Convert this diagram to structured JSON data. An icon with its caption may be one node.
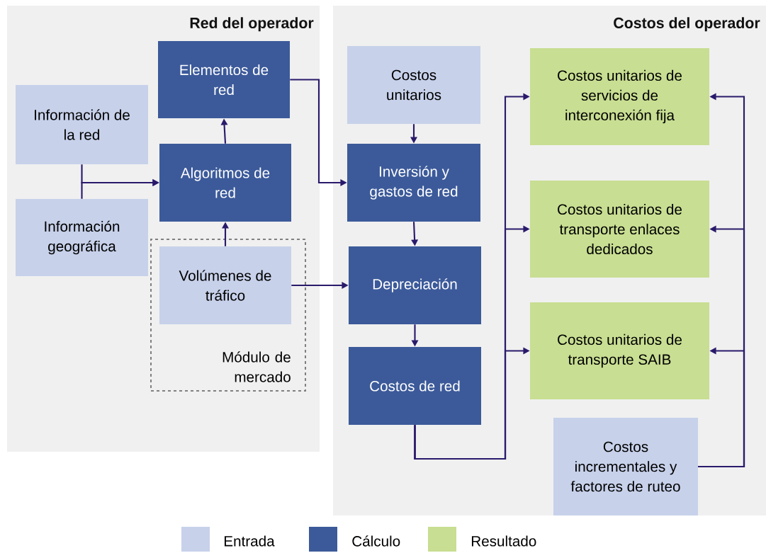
{
  "diagram": {
    "nodes": [
      {
        "text": [
          "Red del operador"
        ]
      },
      {
        "text": [
          "Costos del operador"
        ]
      },
      {
        "text": [
          "Información de la red"
        ],
        "in": 0
      },
      {
        "text": [
          "Información geográfica"
        ],
        "in": 0
      },
      {
        "text": [
          "Elementos de red"
        ],
        "in": 0
      },
      {
        "text": [
          "Algoritmos de red"
        ],
        "in": 0
      },
      {
        "text": [
          "Módulo de mercado"
        ],
        "in": 0
      },
      {
        "text": [
          "Volúmenes de tráfico"
        ],
        "in": 6
      },
      {
        "text": [
          "Costos unitarios"
        ],
        "in": 1
      },
      {
        "text": [
          "Inversión y gastos de red"
        ],
        "in": 1
      },
      {
        "text": [
          "Depreciación"
        ],
        "in": 1
      },
      {
        "text": [
          "Costos de red"
        ],
        "in": 1
      },
      {
        "text": [
          "Costos unitarios de servicios de interconexión fija"
        ],
        "in": 1
      },
      {
        "text": [
          "Costos unitarios de transporte enlaces dedicados"
        ],
        "in": 1
      },
      {
        "text": [
          "Costos unitarios de transporte SAIB"
        ],
        "in": 1
      },
      {
        "text": [
          "Costos incrementales y factores de ruteo"
        ],
        "in": 1
      }
    ],
    "edges": [
      {
        "from": 2,
        "to": 5,
        "arrow": "to"
      },
      {
        "from": 3,
        "to": 5,
        "arrow": "to"
      },
      {
        "from": 5,
        "to": 4,
        "arrow": "to"
      },
      {
        "from": 7,
        "to": 5,
        "arrow": "to"
      },
      {
        "from": 4,
        "to": 9,
        "arrow": "to"
      },
      {
        "from": 7,
        "to": 10,
        "arrow": "to"
      },
      {
        "from": 8,
        "to": 9,
        "arrow": "to"
      },
      {
        "from": 9,
        "to": 10,
        "arrow": "to"
      },
      {
        "from": 10,
        "to": 11,
        "arrow": "to"
      },
      {
        "from": 11,
        "to": 12,
        "arrow": "to"
      },
      {
        "from": 11,
        "to": 13,
        "arrow": "to"
      },
      {
        "from": 11,
        "to": 14,
        "arrow": "to"
      },
      {
        "from": 15,
        "to": 12,
        "arrow": "to"
      },
      {
        "from": 15,
        "to": 13,
        "arrow": "to"
      },
      {
        "from": 15,
        "to": 14,
        "arrow": "to"
      }
    ],
    "legend": [
      {
        "text": "Entrada",
        "color": "#c7d1ea"
      },
      {
        "text": "Cálculo",
        "color": "#3c5a9a"
      },
      {
        "text": "Resultado",
        "color": "#c8de92"
      }
    ]
  }
}
